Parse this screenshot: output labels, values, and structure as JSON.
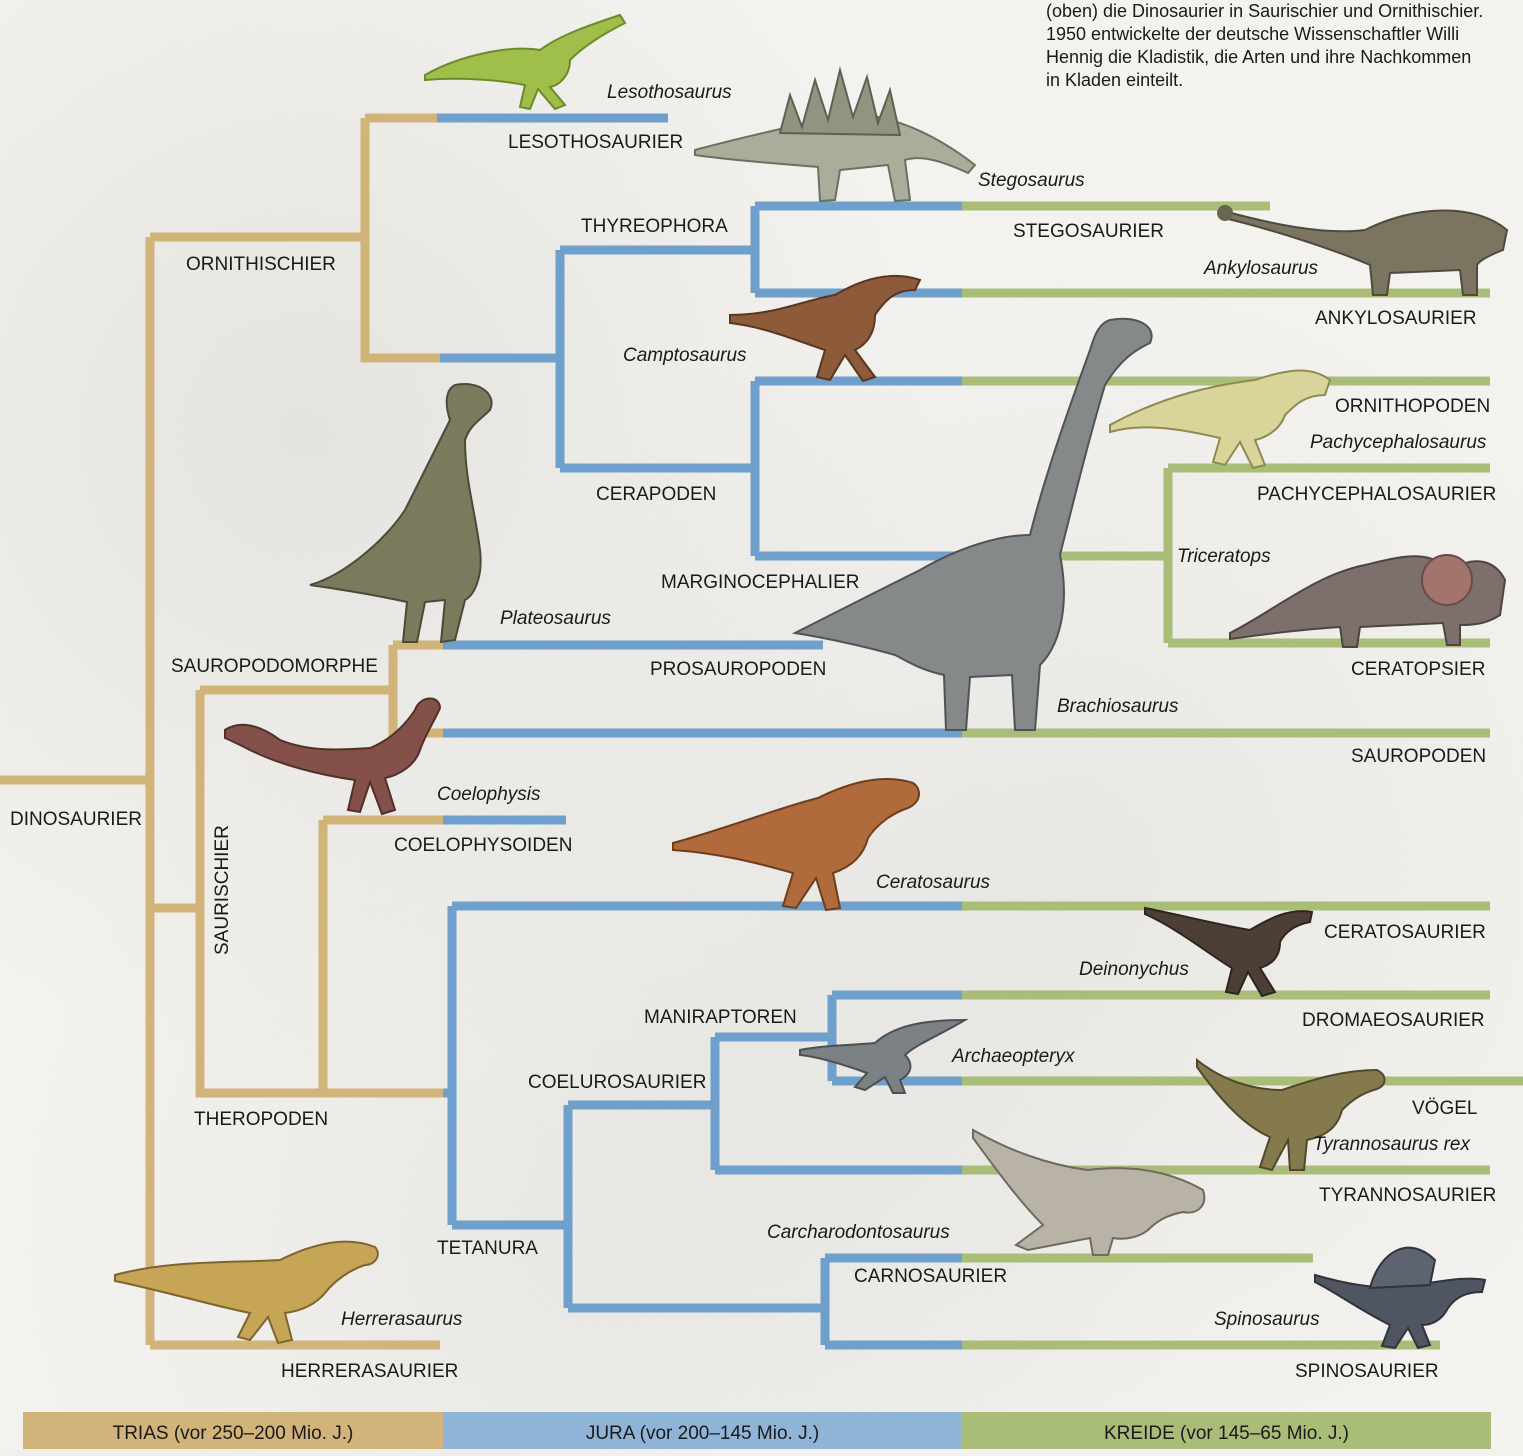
{
  "intro": "(oben) die Dinosaurier in Saurischier und Ornithischier. 1950 entwickelte der deutsche Wissenschaftler Willi Hennig die Kladistik, die Arten und ihre Nachkommen in Kladen einteilt.",
  "colors": {
    "trias": "#d2b47a",
    "jura": "#6f9fcb",
    "kreide": "#a9bd79"
  },
  "periods": {
    "trias": "TRIAS (vor 250–200 Mio. J.)",
    "jura": "JURA (vor 200–145 Mio. J.)",
    "kreide": "KREIDE (vor 145–65 Mio. J.)"
  },
  "groups": {
    "dinosaurier": "DINOSAURIER",
    "ornithischier": "ORNITHISCHIER",
    "saurischier": "SAURISCHIER",
    "lesothosaurier": "LESOTHOSAURIER",
    "thyreophora": "THYREOPHORA",
    "stegosaurier": "STEGOSAURIER",
    "ankylosaurier": "ANKYLOSAURIER",
    "cerapoden": "CERAPODEN",
    "ornithopoden": "ORNITHOPODEN",
    "pachycephalosaurier": "PACHYCEPHALOSAURIER",
    "marginocephalier": "MARGINOCEPHALIER",
    "ceratopsier": "CERATOPSIER",
    "sauropodomorphe": "SAUROPODOMORPHE",
    "prosauropoden": "PROSAUROPODEN",
    "sauropoden": "SAUROPODEN",
    "coelophysoiden": "COELOPHYSOIDEN",
    "theropoden": "THEROPODEN",
    "ceratosaurier": "CERATOSAURIER",
    "dromaeosaurier": "DROMAEOSAURIER",
    "maniraptoren": "MANIRAPTOREN",
    "coelurosaurier": "COELUROSAURIER",
    "voegel": "VÖGEL",
    "tyrannosaurier": "TYRANNOSAURIER",
    "tetanura": "TETANURA",
    "carnosaurier": "CARNOSAURIER",
    "spinosaurier": "SPINOSAURIER",
    "herrerasaurier": "HERRERASAURIER"
  },
  "genera": {
    "lesothosaurus": "Lesothosaurus",
    "stegosaurus": "Stegosaurus",
    "ankylosaurus": "Ankylosaurus",
    "camptosaurus": "Camptosaurus",
    "pachycephalosaurus": "Pachycephalosaurus",
    "triceratops": "Triceratops",
    "plateosaurus": "Plateosaurus",
    "brachiosaurus": "Brachiosaurus",
    "coelophysis": "Coelophysis",
    "ceratosaurus": "Ceratosaurus",
    "deinonychus": "Deinonychus",
    "archaeopteryx": "Archaeopteryx",
    "tyrannosaurus": "Tyrannosaurus rex",
    "carcharodontosaurus": "Carcharodontosaurus",
    "spinosaurus": "Spinosaurus",
    "herrerasaurus": "Herrerasaurus"
  }
}
